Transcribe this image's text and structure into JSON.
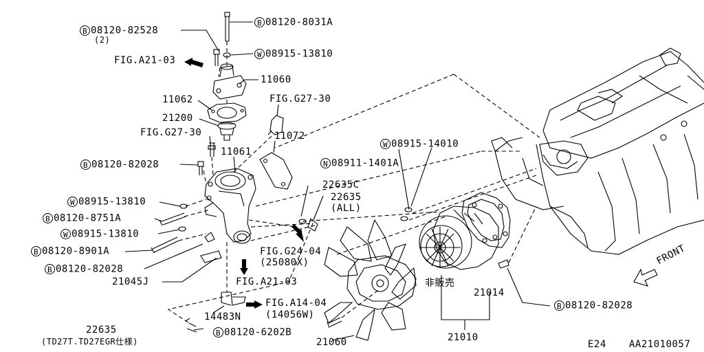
{
  "labels": {
    "p_08120_8031A": {
      "prefix": "B",
      "text": "08120-8031A"
    },
    "p_08120_82528": {
      "prefix": "B",
      "text": "08120-82528"
    },
    "p_qty2": {
      "text": "(2)"
    },
    "p_08915_13810_top": {
      "prefix": "W",
      "text": "08915-13810"
    },
    "p_figA21_03_top": {
      "text": "FIG.A21-03"
    },
    "p_11060": {
      "text": "11060"
    },
    "p_11062": {
      "text": "11062"
    },
    "p_figG27_30_right": {
      "text": "FIG.G27-30"
    },
    "p_21200": {
      "text": "21200"
    },
    "p_figG27_30_left": {
      "text": "FIG.G27-30"
    },
    "p_11072": {
      "text": "11072"
    },
    "p_11061": {
      "text": "11061"
    },
    "p_08120_82028_left": {
      "prefix": "B",
      "text": "08120-82028"
    },
    "p_08915_14010": {
      "prefix": "W",
      "text": "08915-14010"
    },
    "p_08911_1401A": {
      "prefix": "N",
      "text": "08911-1401A"
    },
    "p_22635C": {
      "text": "22635C"
    },
    "p_22635_all_a": {
      "text": "22635"
    },
    "p_22635_all_b": {
      "text": "(ALL)"
    },
    "p_08915_13810_mid": {
      "prefix": "W",
      "text": "08915-13810"
    },
    "p_08120_8751A": {
      "prefix": "B",
      "text": "08120-8751A"
    },
    "p_08915_13810_low": {
      "prefix": "W",
      "text": "08915-13810"
    },
    "p_08120_8901A": {
      "prefix": "B",
      "text": "08120-8901A"
    },
    "p_figG24_04": {
      "text": "FIG.G24-04"
    },
    "p_25080X": {
      "text": "(25080X)"
    },
    "p_08120_82028_mid": {
      "prefix": "B",
      "text": "08120-82028"
    },
    "p_21045J": {
      "text": "21045J"
    },
    "p_figA21_03_bottom": {
      "text": "FIG.A21-03"
    },
    "p_figA14_04": {
      "text": "FIG.A14-04"
    },
    "p_14056W": {
      "text": "(14056W)"
    },
    "p_14483N": {
      "text": "14483N"
    },
    "p_22635_bottom": {
      "text": "22635"
    },
    "p_td27": {
      "text": "(TD27T.TD27EGR仕様)"
    },
    "p_08120_6202B": {
      "prefix": "B",
      "text": "08120-6202B"
    },
    "p_21060": {
      "text": "21060"
    },
    "p_hihanbai": {
      "text": "非販売"
    },
    "p_21014": {
      "text": "21014"
    },
    "p_08120_82028_right": {
      "prefix": "B",
      "text": "08120-82028"
    },
    "p_21010": {
      "text": "21010"
    },
    "p_front": {
      "text": "FRONT"
    },
    "p_e24": {
      "text": "E24"
    },
    "p_code": {
      "text": "AA21010057"
    }
  }
}
